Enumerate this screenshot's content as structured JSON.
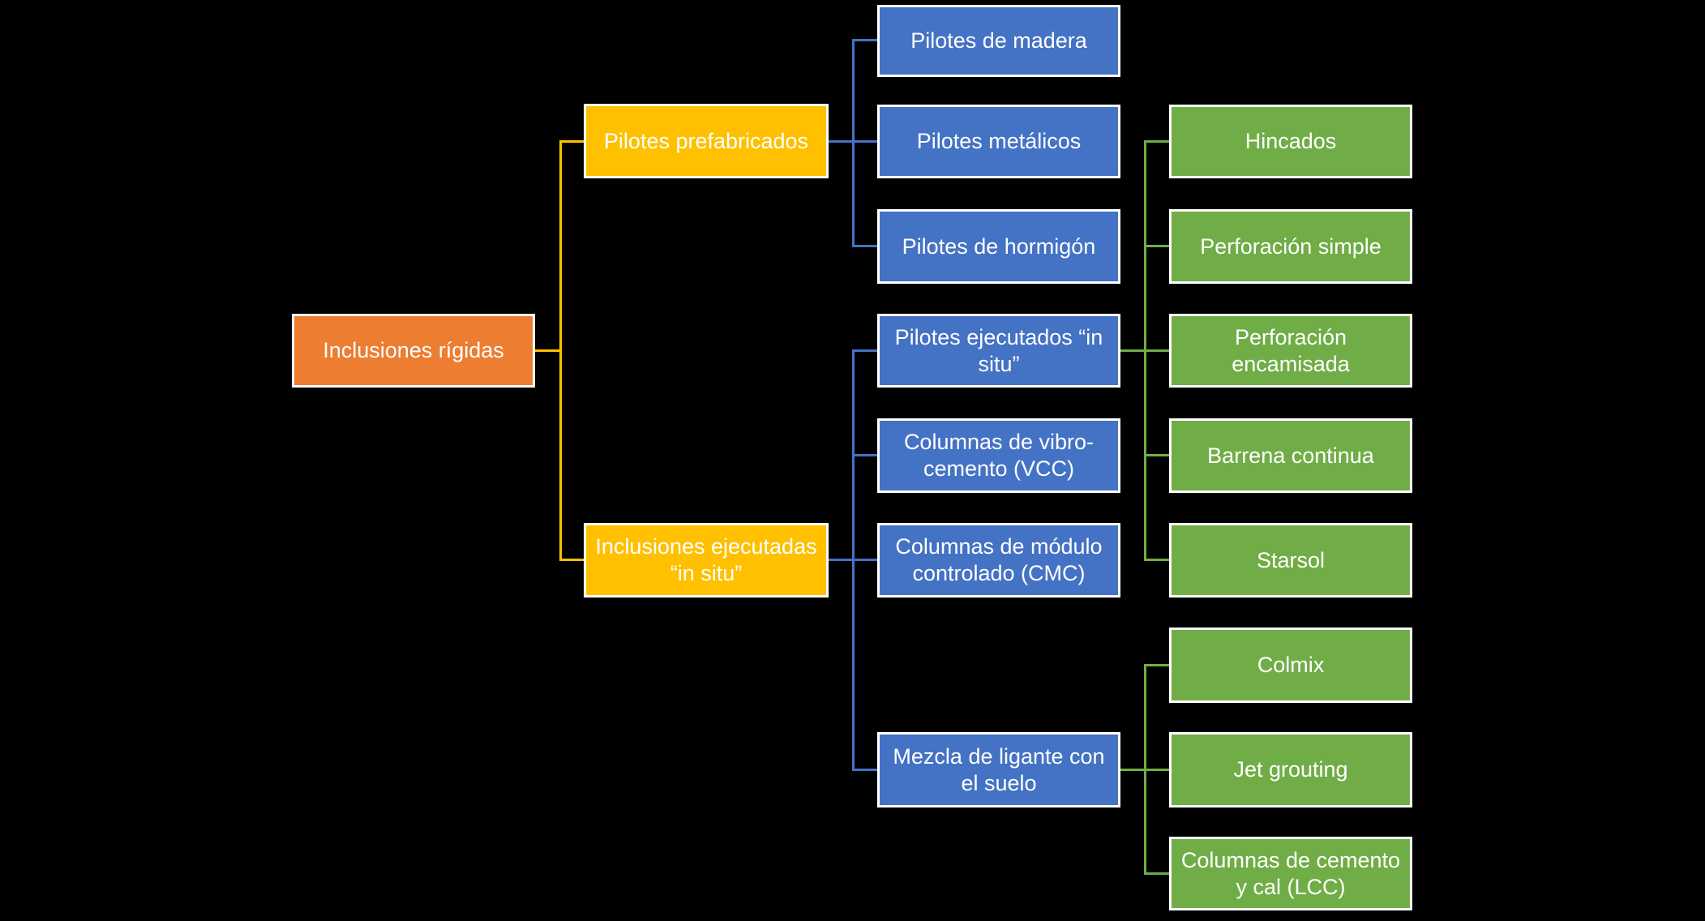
{
  "diagram": {
    "type": "hierarchy-tree",
    "orientation": "left-to-right",
    "background": "#000000",
    "colors": {
      "root": "#ED7D31",
      "level1": "#FFC000",
      "level2": "#4472C4",
      "level3": "#70AD47",
      "border": "#FFFFFF",
      "text": "#FFFFFF",
      "connector_yellow": "#FFC000",
      "connector_blue": "#4472C4",
      "connector_green": "#70AD47"
    },
    "tree": {
      "label": "Inclusiones rígidas",
      "children": [
        {
          "label": "Pilotes prefabricados",
          "children": [
            {
              "label": "Pilotes de madera"
            },
            {
              "label": "Pilotes metálicos"
            },
            {
              "label": "Pilotes de hormigón"
            }
          ]
        },
        {
          "label": "Inclusiones ejecutadas “in situ”",
          "children": [
            {
              "label": "Pilotes ejecutados “in situ”",
              "children": [
                {
                  "label": "Hincados"
                },
                {
                  "label": "Perforación simple"
                },
                {
                  "label": "Perforación encamisada"
                },
                {
                  "label": "Barrena continua"
                },
                {
                  "label": "Starsol"
                }
              ]
            },
            {
              "label": "Columnas de vibro-cemento (VCC)"
            },
            {
              "label": "Columnas de módulo controlado (CMC)"
            },
            {
              "label": "Mezcla de ligante con el suelo",
              "children": [
                {
                  "label": "Colmix"
                },
                {
                  "label": "Jet grouting"
                },
                {
                  "label": "Columnas de cemento y cal  (LCC)"
                }
              ]
            }
          ]
        }
      ]
    }
  }
}
